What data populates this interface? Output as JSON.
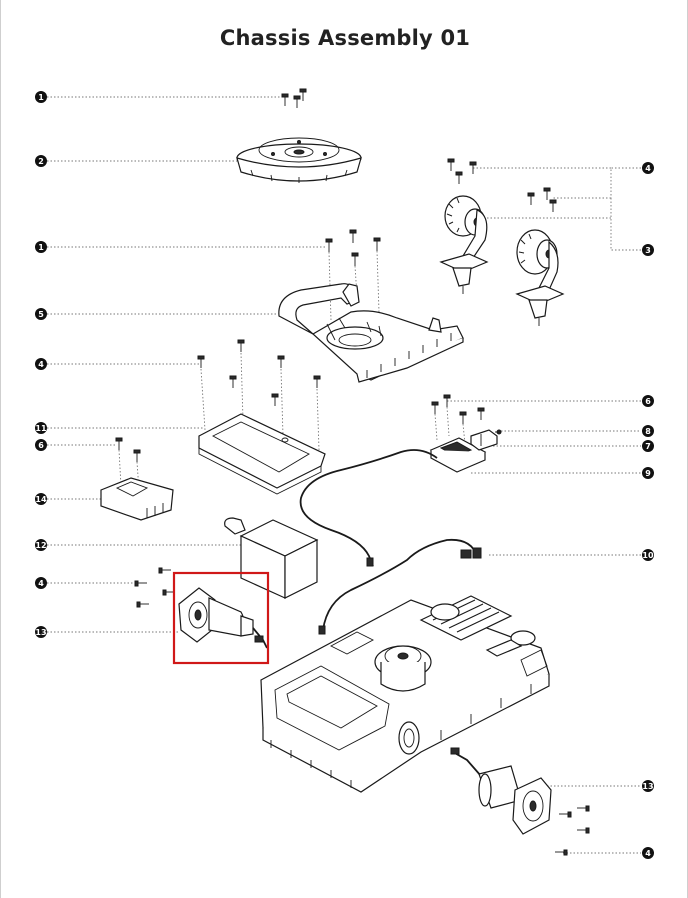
{
  "title": "Chassis Assembly 01",
  "callouts": [
    {
      "id": "c1a",
      "label": "1"
    },
    {
      "id": "c2",
      "label": "2"
    },
    {
      "id": "c1b",
      "label": "1"
    },
    {
      "id": "c5",
      "label": "5"
    },
    {
      "id": "c4a",
      "label": "4"
    },
    {
      "id": "c11",
      "label": "11"
    },
    {
      "id": "c6a",
      "label": "6"
    },
    {
      "id": "c14",
      "label": "14"
    },
    {
      "id": "c12",
      "label": "12"
    },
    {
      "id": "c4b",
      "label": "4"
    },
    {
      "id": "c13a",
      "label": "13"
    },
    {
      "id": "c4c",
      "label": "4"
    },
    {
      "id": "c3",
      "label": "3"
    },
    {
      "id": "c6b",
      "label": "6"
    },
    {
      "id": "c8",
      "label": "8"
    },
    {
      "id": "c7",
      "label": "7"
    },
    {
      "id": "c9",
      "label": "9"
    },
    {
      "id": "c10",
      "label": "10"
    },
    {
      "id": "c13b",
      "label": "13"
    },
    {
      "id": "c4d",
      "label": "4"
    }
  ],
  "highlight": {
    "color": "#d01818"
  }
}
